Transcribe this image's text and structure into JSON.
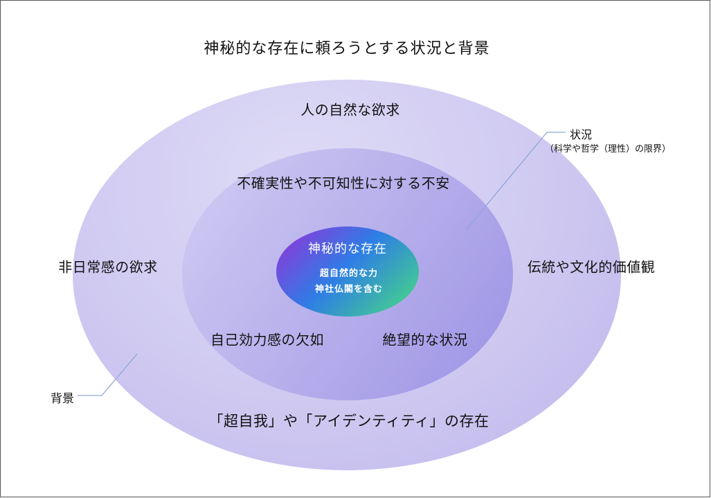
{
  "title": "神秘的な存在に頼ろうとする状況と背景",
  "outer_ring": {
    "labels": {
      "top": "人の自然な欲求",
      "left": "非日常感の欲求",
      "right": "伝統や文化的価値観",
      "bottom": "「超自我」や「アイデンティティ」の存在"
    }
  },
  "middle_ring": {
    "labels": {
      "top": "不確実性や不可知性に対する不安",
      "bottom_left": "自己効力感の欠如",
      "bottom_right": "絶望的な状況"
    }
  },
  "core": {
    "title": "神秘的な存在",
    "line1": "超自然的な力",
    "line2": "神社仏閣を含む"
  },
  "callouts": {
    "situation": {
      "label": "状況",
      "sublabel": "（科学や哲学（理性）の限界）"
    },
    "background": {
      "label": "背景"
    }
  },
  "colors": {
    "page_bg": "#ffffff",
    "page_border": "#555555",
    "outer_light": "#dedbf6",
    "outer_mid": "#cfc9f1",
    "outer_dark": "#bdb5ec",
    "middle_light": "#cdc8f2",
    "middle_mid": "#b3abea",
    "middle_dark": "#9c92e6",
    "core_purple": "#9a2fd6",
    "core_blue": "#2e7de6",
    "core_green": "#49e07c",
    "core_text": "#ffffff",
    "leader_line": "#8da6d9",
    "text": "#111111"
  }
}
